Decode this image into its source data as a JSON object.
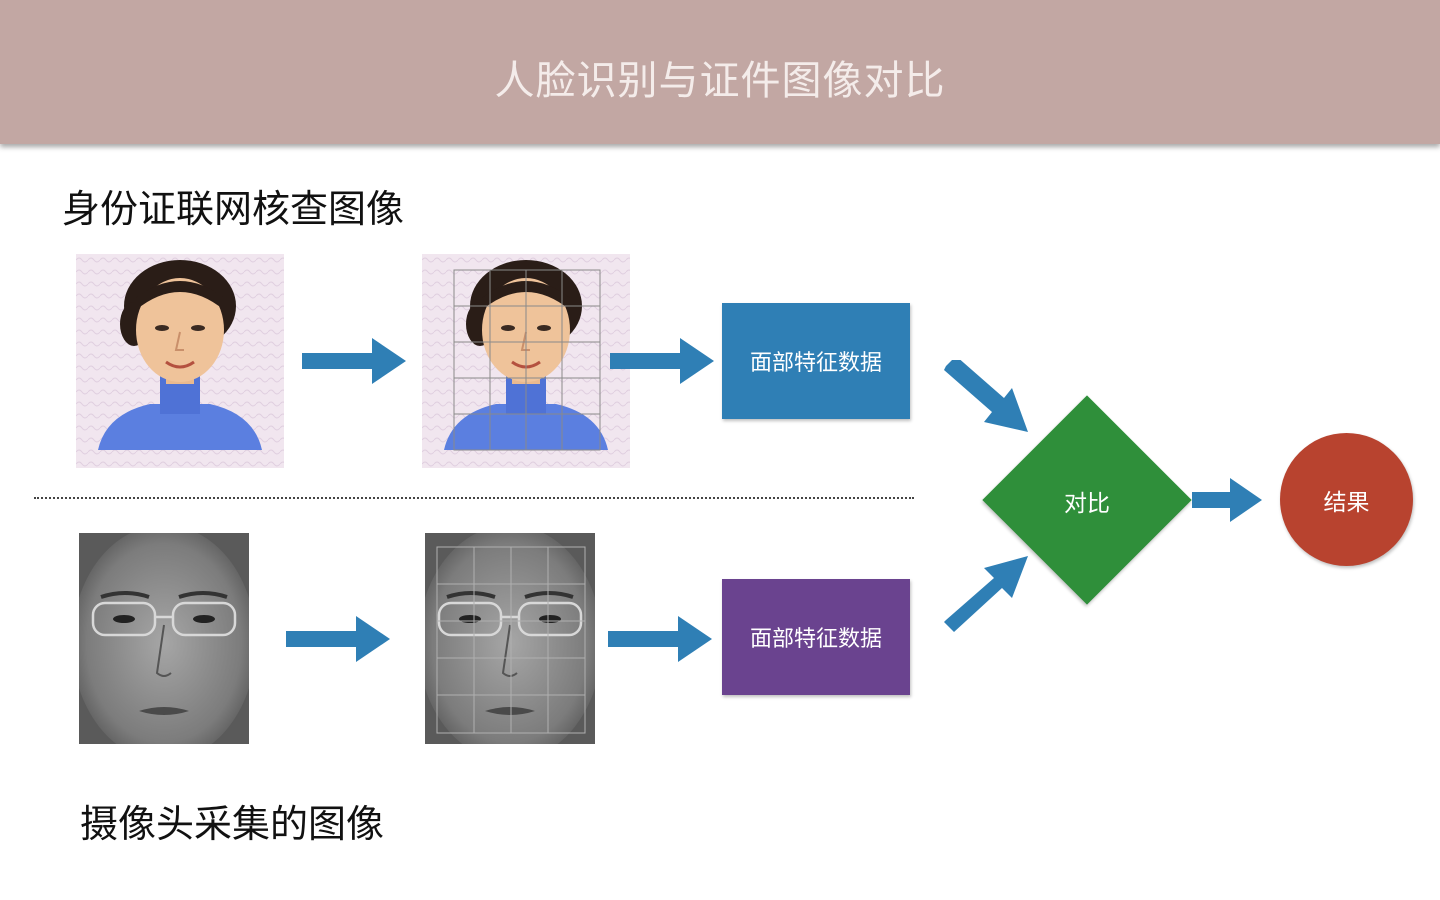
{
  "header": {
    "title": "人脸识别与证件图像对比"
  },
  "sections": {
    "top_label": "身份证联网核查图像",
    "bottom_label": "摄像头采集的图像"
  },
  "boxes": {
    "top_feature": "面部特征数据",
    "bottom_feature": "面部特征数据",
    "compare": "对比",
    "result": "结果"
  },
  "colors": {
    "header": "#c2a7a3",
    "arrow": "#2f7fb5",
    "top_feature_box": "#2f7fb5",
    "bottom_feature_box": "#6a438f",
    "compare_diamond": "#2f8f3a",
    "result_circle": "#b8432f"
  },
  "icons": {
    "arrow": "right-arrow-icon"
  }
}
